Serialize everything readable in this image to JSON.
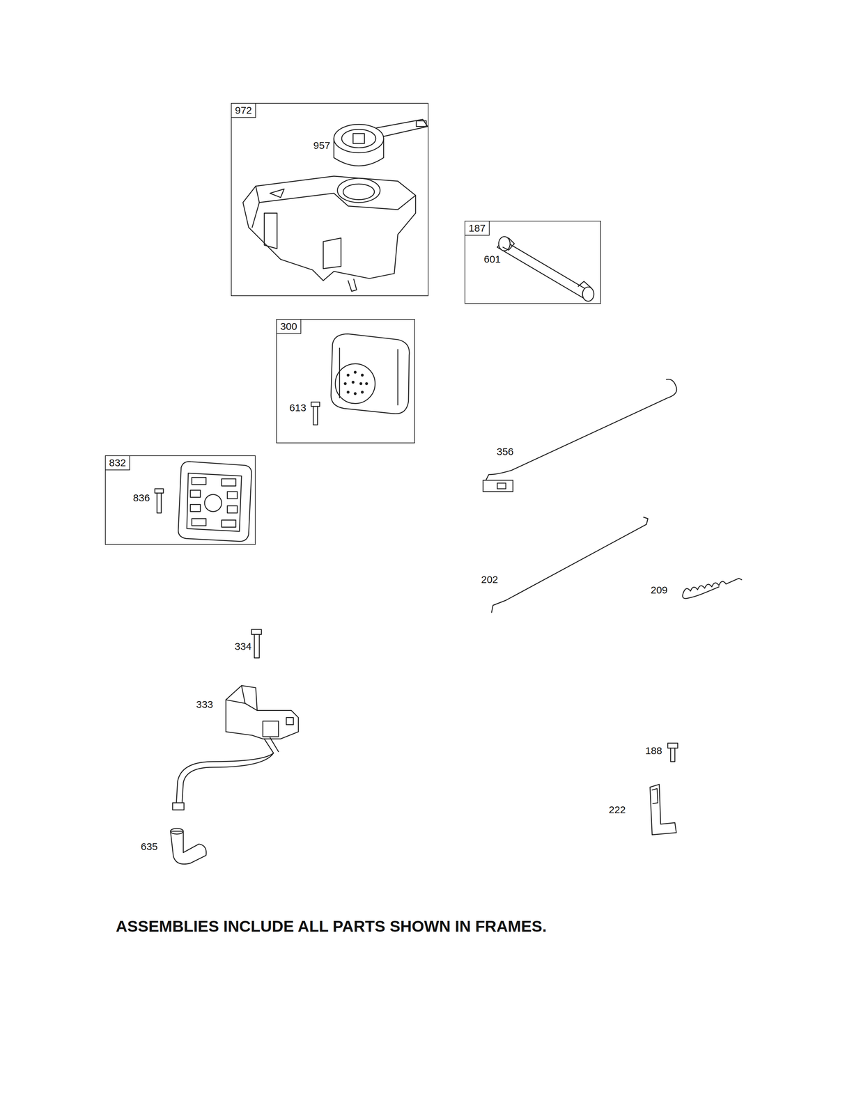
{
  "diagram": {
    "caption": "ASSEMBLIES INCLUDE ALL PARTS SHOWN IN FRAMES.",
    "nodes": [
      {
        "text": [
          "972",
          "957"
        ]
      },
      {
        "text": [
          "187",
          "601"
        ]
      },
      {
        "text": [
          "300",
          "613"
        ]
      },
      {
        "text": [
          "832",
          "836"
        ]
      }
    ],
    "labels": [
      "356",
      "202",
      "209",
      "334",
      "333",
      "635",
      "188",
      "222"
    ]
  }
}
